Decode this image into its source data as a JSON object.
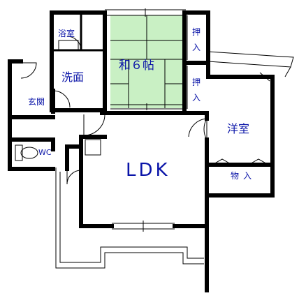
{
  "rooms": {
    "bath": "浴室",
    "washroom": "洗面",
    "japanese_room": "和６帖",
    "closet_upper": "押入",
    "closet_lower": "押入",
    "entrance": "玄関",
    "western_room": "洋室",
    "toilet": "WC",
    "ldk": "LDK",
    "storage": "物入"
  },
  "colors": {
    "label": "#0a14a8",
    "tatami": "#c9f0c4",
    "wall": "#000000",
    "background": "#ffffff"
  }
}
